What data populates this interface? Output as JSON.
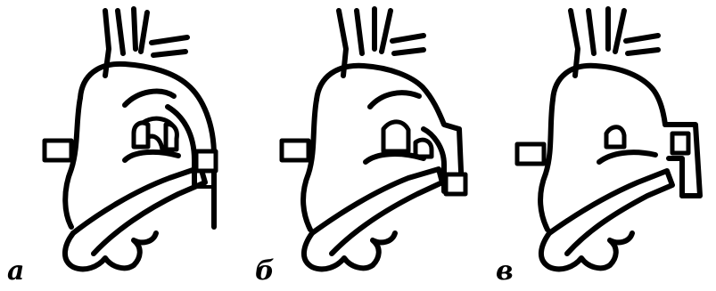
{
  "panels": [
    {
      "id": "a",
      "label": "a"
    },
    {
      "id": "b",
      "label": "б"
    },
    {
      "id": "v",
      "label": "в"
    }
  ],
  "colors": {
    "ink": "#000000",
    "paper": "#ffffff"
  }
}
